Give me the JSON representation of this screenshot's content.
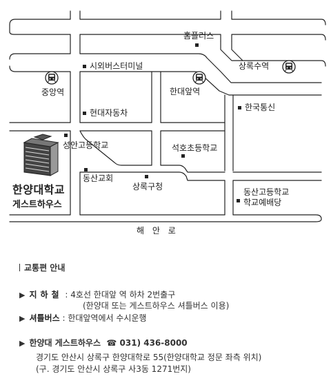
{
  "map": {
    "places": {
      "homeplus": "홈플러스",
      "intercity_terminal": "시외버스터미널",
      "sangnoksu_station": "상록수역",
      "jungang_station": "중앙역",
      "hanyang_station": "한대앞역",
      "hyundai_motors": "현대자동차",
      "korea_telecom": "한국통신",
      "seongan_high": "성안고등학교",
      "seokho_elementary": "석호초등학교",
      "dongsan_church": "동산교회",
      "sangnok_office": "상록구청",
      "dongsan_high_line1": "동산고등학교",
      "dongsan_high_line2": "학교예배당"
    },
    "hotel": {
      "name": "한양대학교",
      "sub": "게스트하우스"
    },
    "road": "해 안 로",
    "station_icon": "subway-icon",
    "building_icon": "building-icon"
  },
  "info": {
    "section_title": "교통편 안내",
    "subway_label": "지하철",
    "subway_line1": "4호선 한대앞 역 하차 2번출구",
    "subway_line2": "(한양대 또는 게스트하우스 셔틀버스 이용)",
    "shuttle_label": "셔틀버스",
    "shuttle_text": "한대앞역에서 수시운행",
    "hotel_title": "한양대 게스트하우스",
    "phone_icon": "phone-icon",
    "phone": "031) 436-8000",
    "address1": "경기도 안산시 상록구 한양대학로 55(한양대학교 정문 좌측 위치)",
    "address2": "(구. 경기도 안산시 상록구 사3동 1271번지)"
  }
}
